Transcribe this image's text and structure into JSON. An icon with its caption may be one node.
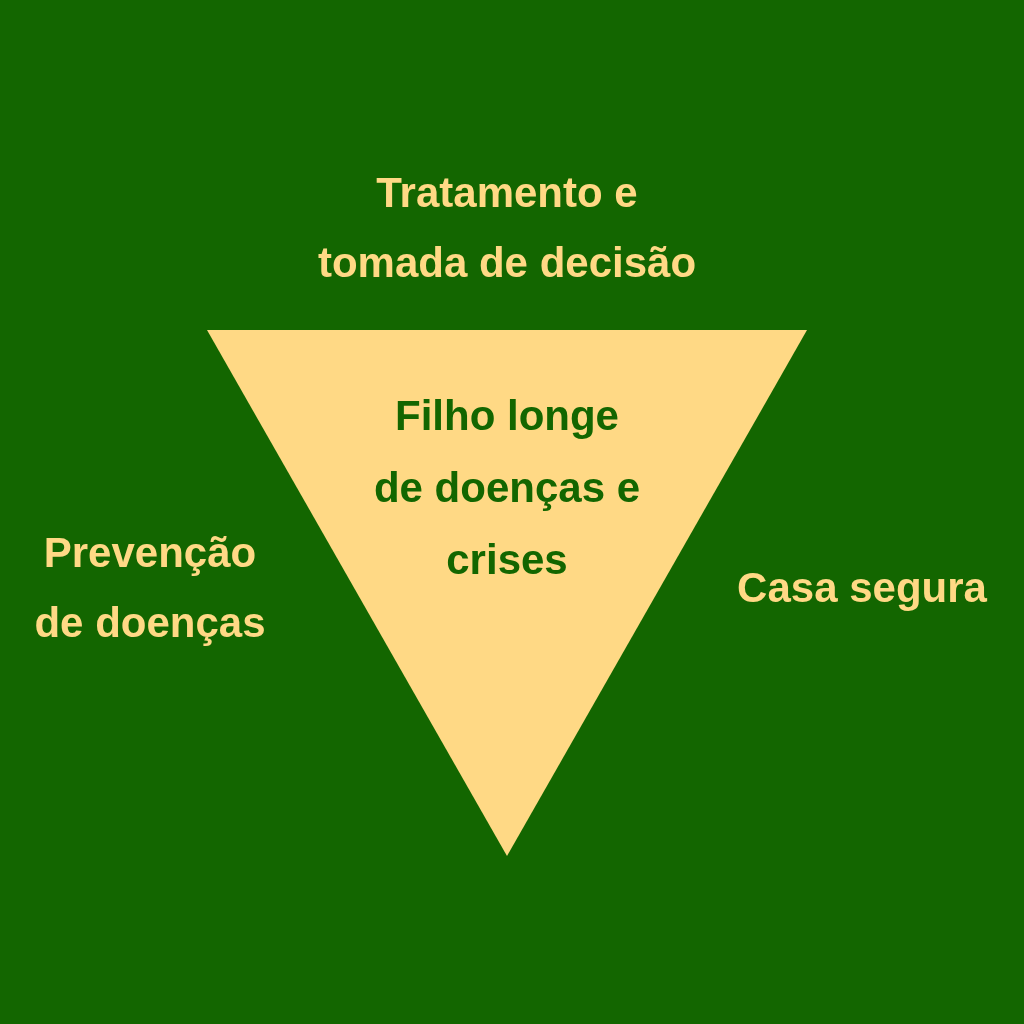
{
  "diagram": {
    "nodes": [
      {
        "text": [
          "Filho longe de doenças e crises"
        ]
      }
    ],
    "labels": [
      "Tratamento e tomada de decisão",
      "Prevenção de doenças",
      "Casa segura"
    ]
  }
}
